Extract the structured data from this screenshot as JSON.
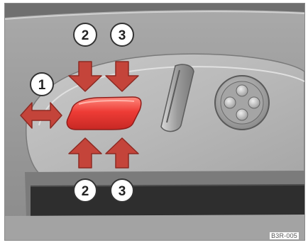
{
  "figure": {
    "callouts": [
      {
        "id": "callout-1-left",
        "number": "1"
      },
      {
        "id": "callout-2-top",
        "number": "2"
      },
      {
        "id": "callout-3-top",
        "number": "3"
      },
      {
        "id": "callout-2-bottom",
        "number": "2"
      },
      {
        "id": "callout-3-bottom",
        "number": "3"
      }
    ],
    "image_code": "B3R-005",
    "colors": {
      "arrow": "#c4443a",
      "switch": "#e8383a",
      "callout_border": "#333333",
      "background": "#9c9c9c"
    }
  }
}
